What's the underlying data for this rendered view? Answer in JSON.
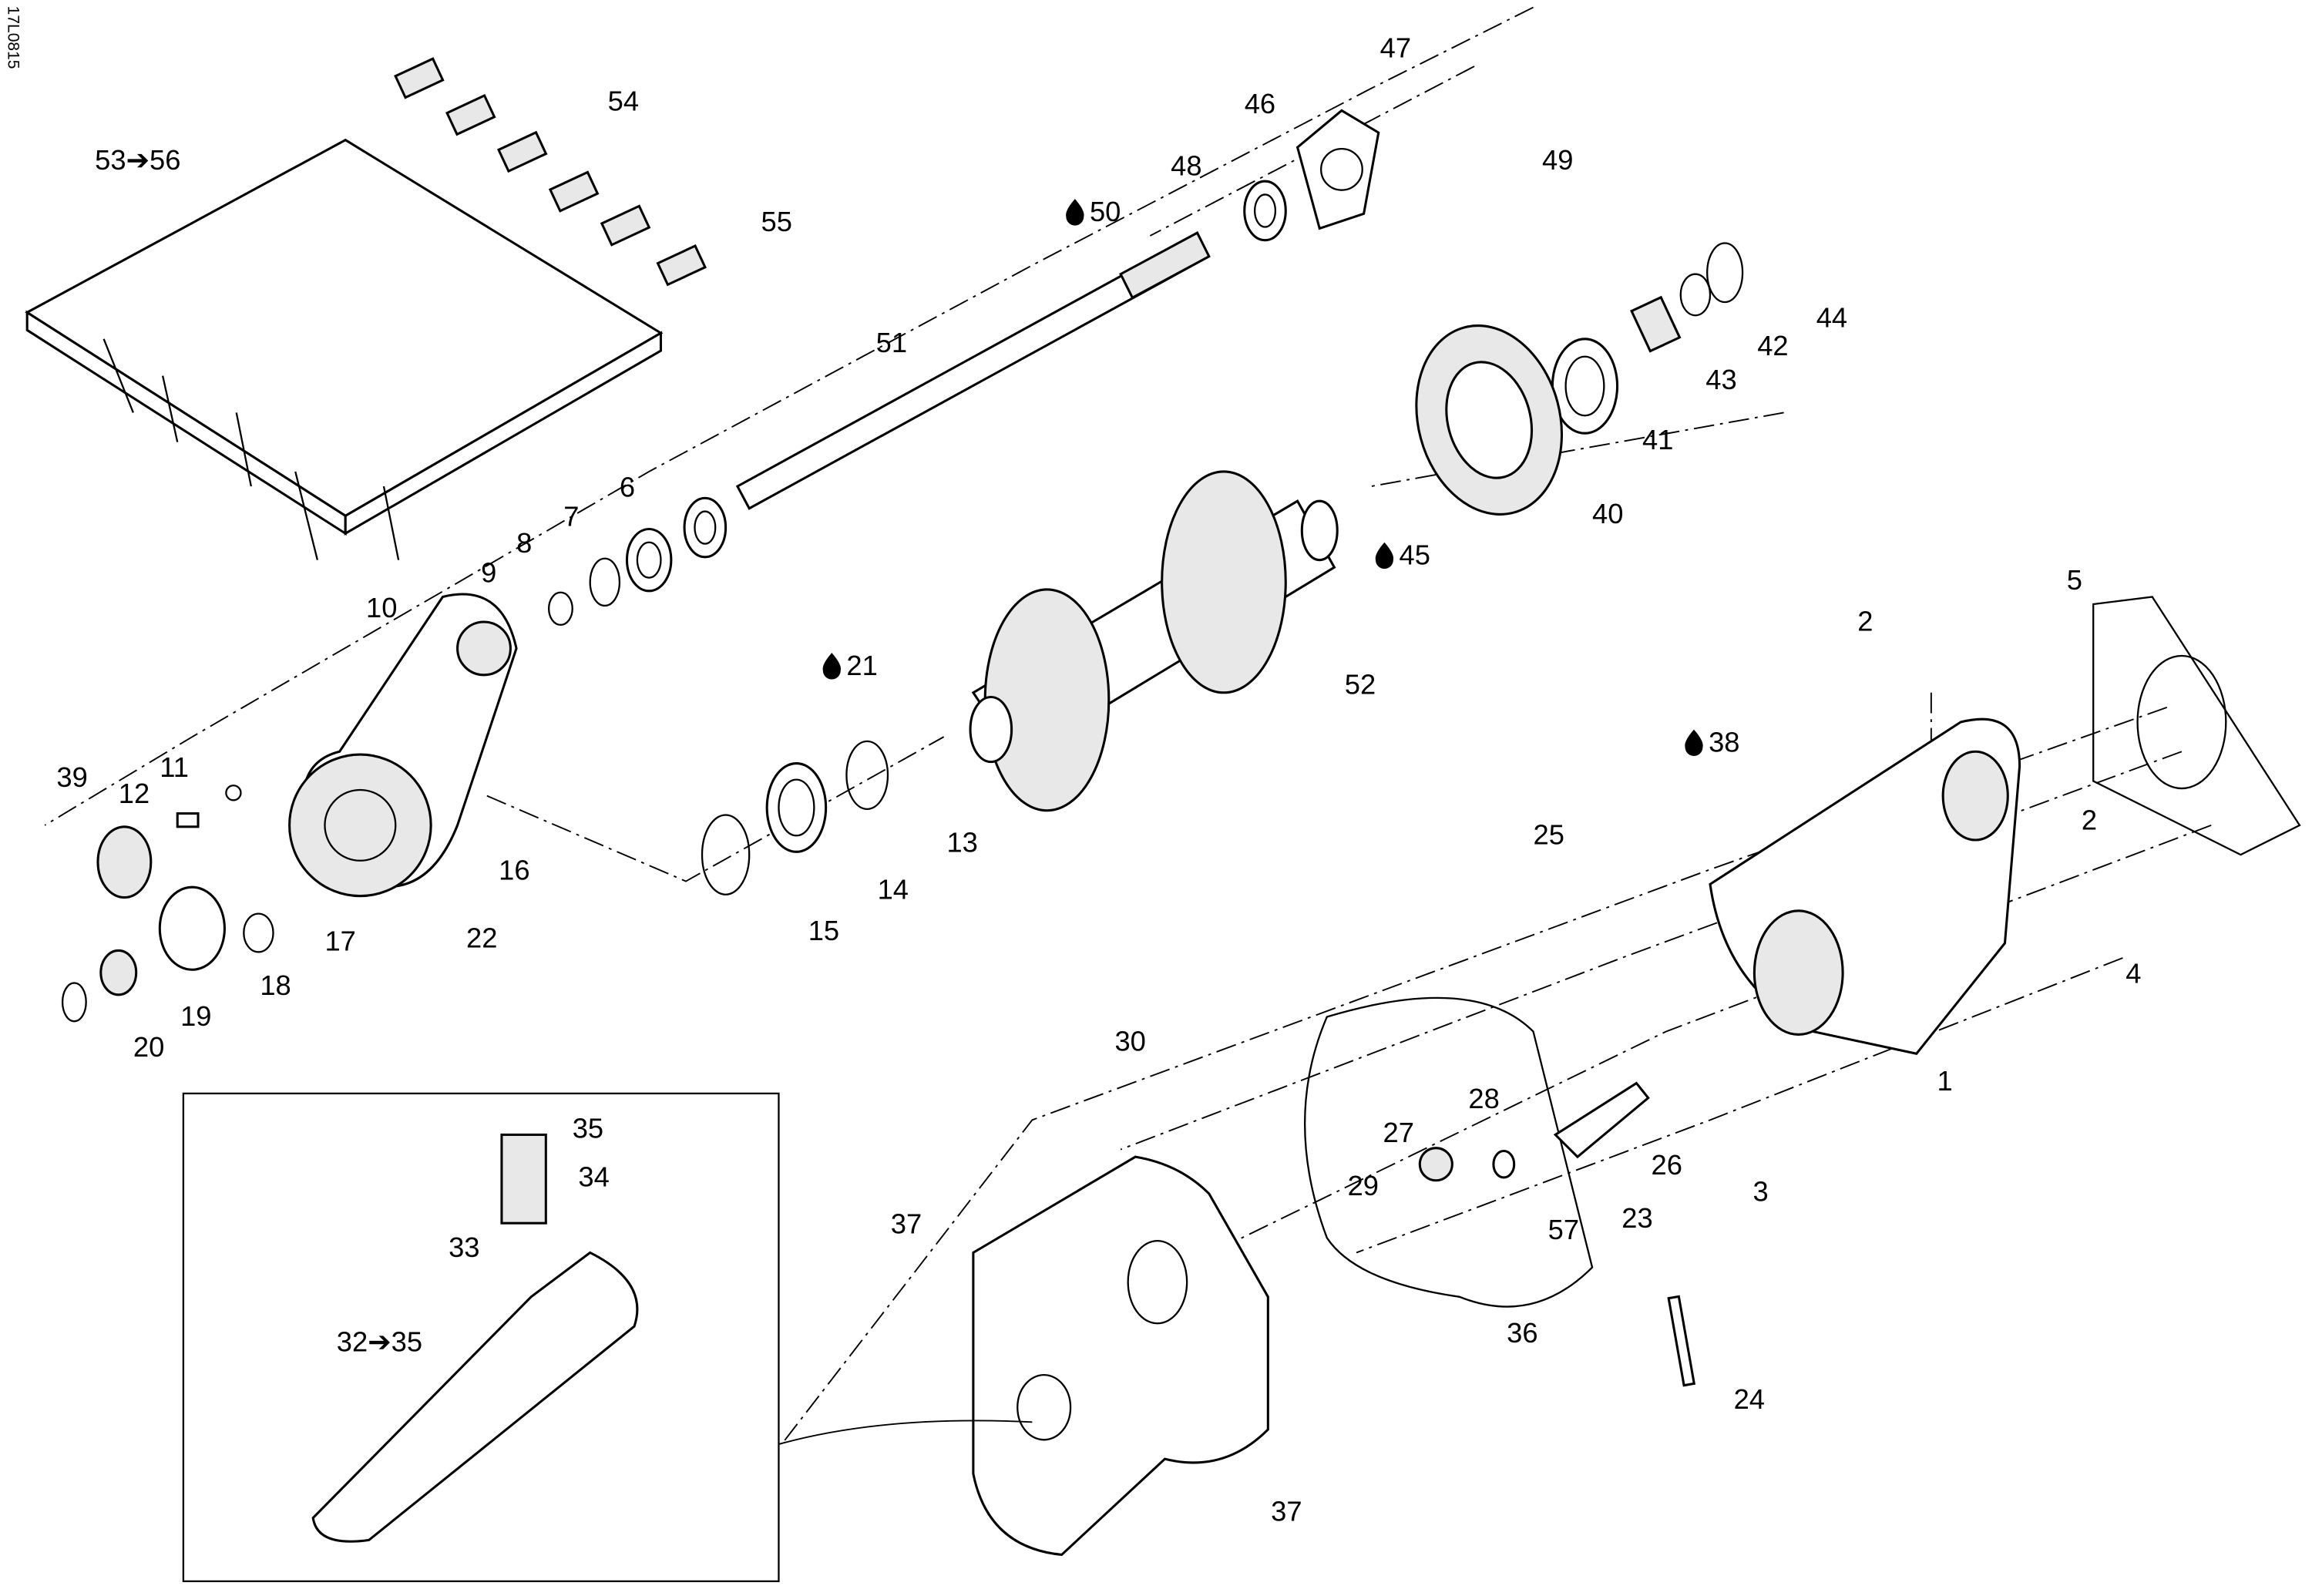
{
  "drawing_code": "17L0815",
  "icons": {
    "lubricant": "oil-drop-icon",
    "range_arrow": "right-arrow-icon"
  },
  "callouts": [
    {
      "text": "47"
    },
    {
      "text": "46"
    },
    {
      "text": "48"
    },
    {
      "text": "49"
    },
    {
      "text": "54"
    },
    {
      "text": "53➔56"
    },
    {
      "text": "55"
    },
    {
      "text": "50",
      "lubricant": true
    },
    {
      "text": "51"
    },
    {
      "text": "44"
    },
    {
      "text": "42"
    },
    {
      "text": "43"
    },
    {
      "text": "41"
    },
    {
      "text": "40"
    },
    {
      "text": "6"
    },
    {
      "text": "7"
    },
    {
      "text": "8"
    },
    {
      "text": "9"
    },
    {
      "text": "45",
      "lubricant": true
    },
    {
      "text": "10"
    },
    {
      "text": "5"
    },
    {
      "text": "2"
    },
    {
      "text": "21",
      "lubricant": true
    },
    {
      "text": "52"
    },
    {
      "text": "38",
      "lubricant": true
    },
    {
      "text": "11"
    },
    {
      "text": "12"
    },
    {
      "text": "39"
    },
    {
      "text": "16"
    },
    {
      "text": "13"
    },
    {
      "text": "25"
    },
    {
      "text": "2"
    },
    {
      "text": "14"
    },
    {
      "text": "22"
    },
    {
      "text": "17"
    },
    {
      "text": "15"
    },
    {
      "text": "18"
    },
    {
      "text": "4"
    },
    {
      "text": "19"
    },
    {
      "text": "20"
    },
    {
      "text": "1"
    },
    {
      "text": "30"
    },
    {
      "text": "35"
    },
    {
      "text": "34"
    },
    {
      "text": "28"
    },
    {
      "text": "27"
    },
    {
      "text": "26"
    },
    {
      "text": "33"
    },
    {
      "text": "3"
    },
    {
      "text": "29"
    },
    {
      "text": "57"
    },
    {
      "text": "23"
    },
    {
      "text": "37"
    },
    {
      "text": "36"
    },
    {
      "text": "32➔35"
    },
    {
      "text": "24"
    },
    {
      "text": "37"
    }
  ]
}
